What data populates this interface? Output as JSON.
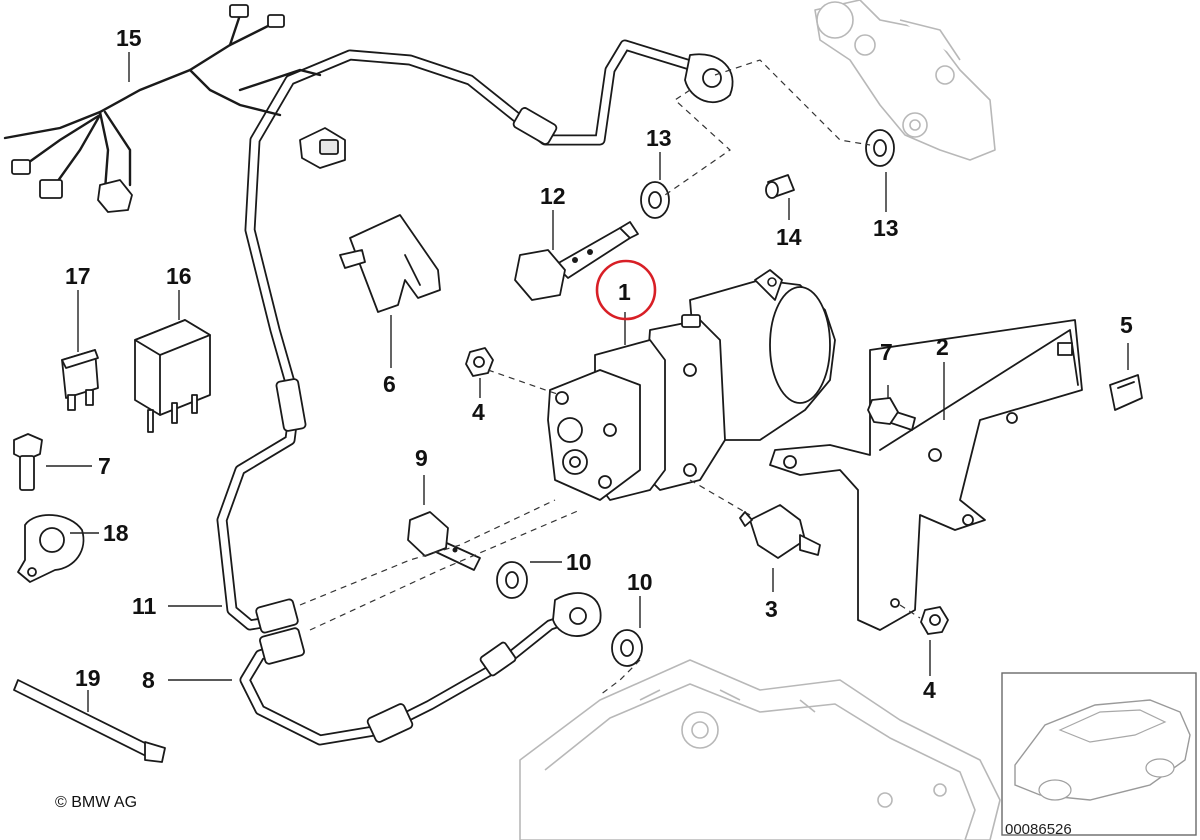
{
  "callouts": {
    "c1": "1",
    "c2": "2",
    "c3": "3",
    "c4a": "4",
    "c4b": "4",
    "c5": "5",
    "c6": "6",
    "c7a": "7",
    "c7b": "7",
    "c8": "8",
    "c9": "9",
    "c10a": "10",
    "c10b": "10",
    "c11": "11",
    "c12": "12",
    "c13a": "13",
    "c13b": "13",
    "c14": "14",
    "c15": "15",
    "c16": "16",
    "c17": "17",
    "c18": "18",
    "c19": "19"
  },
  "footer": {
    "copyright": "© BMW AG",
    "reference_number": "00086526"
  },
  "highlight": {
    "color": "#d81f26"
  }
}
